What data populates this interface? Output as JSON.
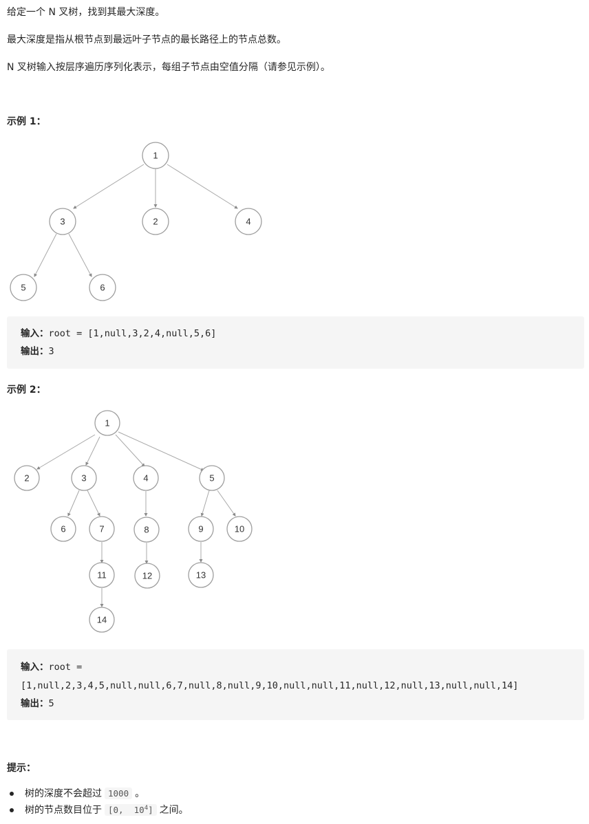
{
  "description": {
    "p1": "给定一个 N 叉树，找到其最大深度。",
    "p2": "最大深度是指从根节点到最远叶子节点的最长路径上的节点总数。",
    "p3": "N 叉树输入按层序遍历序列化表示，每组子节点由空值分隔（请参见示例）。"
  },
  "example1": {
    "heading": "示例 1：",
    "nodes": [
      "1",
      "3",
      "2",
      "4",
      "5",
      "6"
    ],
    "input_label": "输入：",
    "input_value": "root = [1,null,3,2,4,null,5,6]",
    "output_label": "输出：",
    "output_value": "3"
  },
  "example2": {
    "heading": "示例 2：",
    "nodes": [
      "1",
      "2",
      "3",
      "4",
      "5",
      "6",
      "7",
      "8",
      "9",
      "10",
      "11",
      "12",
      "13",
      "14"
    ],
    "input_label": "输入：",
    "input_value_1": "root =",
    "input_value_2": "[1,null,2,3,4,5,null,null,6,7,null,8,null,9,10,null,null,11,null,12,null,13,null,null,14]",
    "output_label": "输出：",
    "output_value": "5"
  },
  "hints": {
    "heading": "提示：",
    "item1_pre": "树的深度不会超过",
    "item1_code": "1000",
    "item1_post": "。",
    "item2_pre": "树的节点数目位于",
    "item2_code_a": "[0,  10",
    "item2_code_sup": "4",
    "item2_code_b": "]",
    "item2_post": "之间。"
  }
}
